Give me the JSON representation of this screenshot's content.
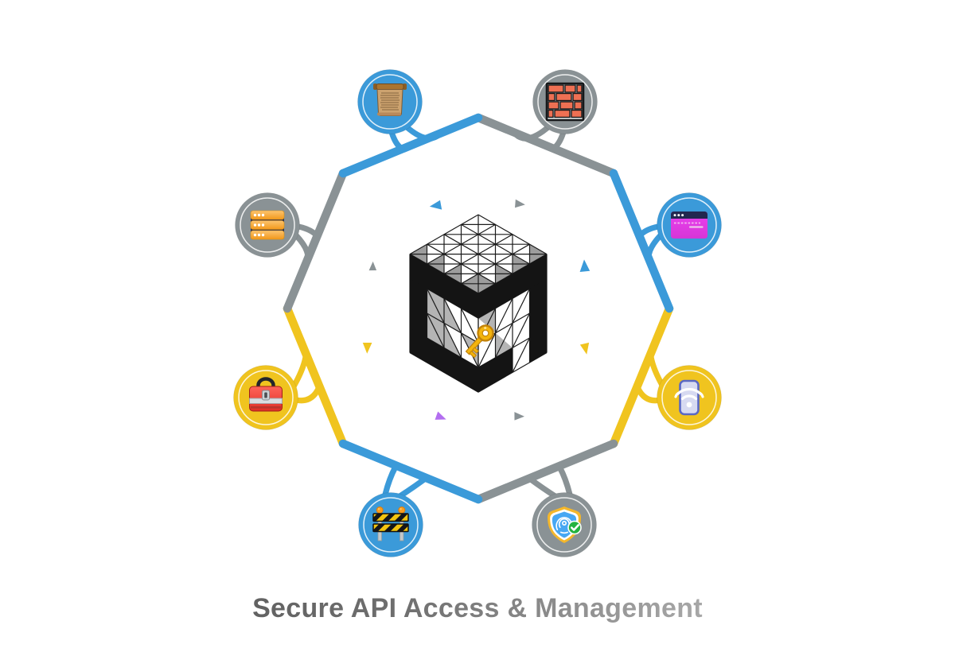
{
  "title": {
    "text": "Secure API Access & Management"
  },
  "palette": {
    "blue": "#3b9ad9",
    "gray": "#8a9295",
    "yellow": "#f0c41f",
    "purple": "#b36ef0",
    "cube_black": "#141414",
    "cube_gray_top": "#9d9d9d",
    "cube_gray_front": "#b4b4b4",
    "mesh_line": "#1b1b1b",
    "background": "#ffffff",
    "title_gradient": [
      "#4b4b4b",
      "#7d7d7d",
      "#c8c8c8"
    ]
  },
  "center_logo": {
    "name": "isometric-cube-mesh",
    "overlay_icon": "key-icon"
  },
  "octagon": {
    "edge_colors": [
      "blue",
      "gray",
      "yellow",
      "blue",
      "gray",
      "yellow",
      "blue",
      "gray"
    ]
  },
  "nodes": [
    {
      "id": "scroll",
      "icon": "scroll-icon",
      "color": "blue",
      "position": "top-left"
    },
    {
      "id": "firewall",
      "icon": "brick-wall-icon",
      "color": "gray",
      "position": "top-right"
    },
    {
      "id": "servers",
      "icon": "server-stack-icon",
      "color": "gray",
      "position": "left-upper"
    },
    {
      "id": "web-app",
      "icon": "browser-window-icon",
      "color": "blue",
      "position": "right-upper"
    },
    {
      "id": "toolbox",
      "icon": "toolbox-icon",
      "color": "yellow",
      "position": "left-lower"
    },
    {
      "id": "mobile",
      "icon": "phone-wifi-icon",
      "color": "yellow",
      "position": "right-lower"
    },
    {
      "id": "barrier",
      "icon": "construction-barrier-icon",
      "color": "blue",
      "position": "bottom-left"
    },
    {
      "id": "shield",
      "icon": "shield-fingerprint-check-icon",
      "color": "gray",
      "position": "bottom-right"
    }
  ],
  "decorations": {
    "triangle_colors": [
      "blue",
      "gray",
      "gray",
      "blue",
      "yellow",
      "yellow",
      "purple",
      "gray"
    ]
  }
}
